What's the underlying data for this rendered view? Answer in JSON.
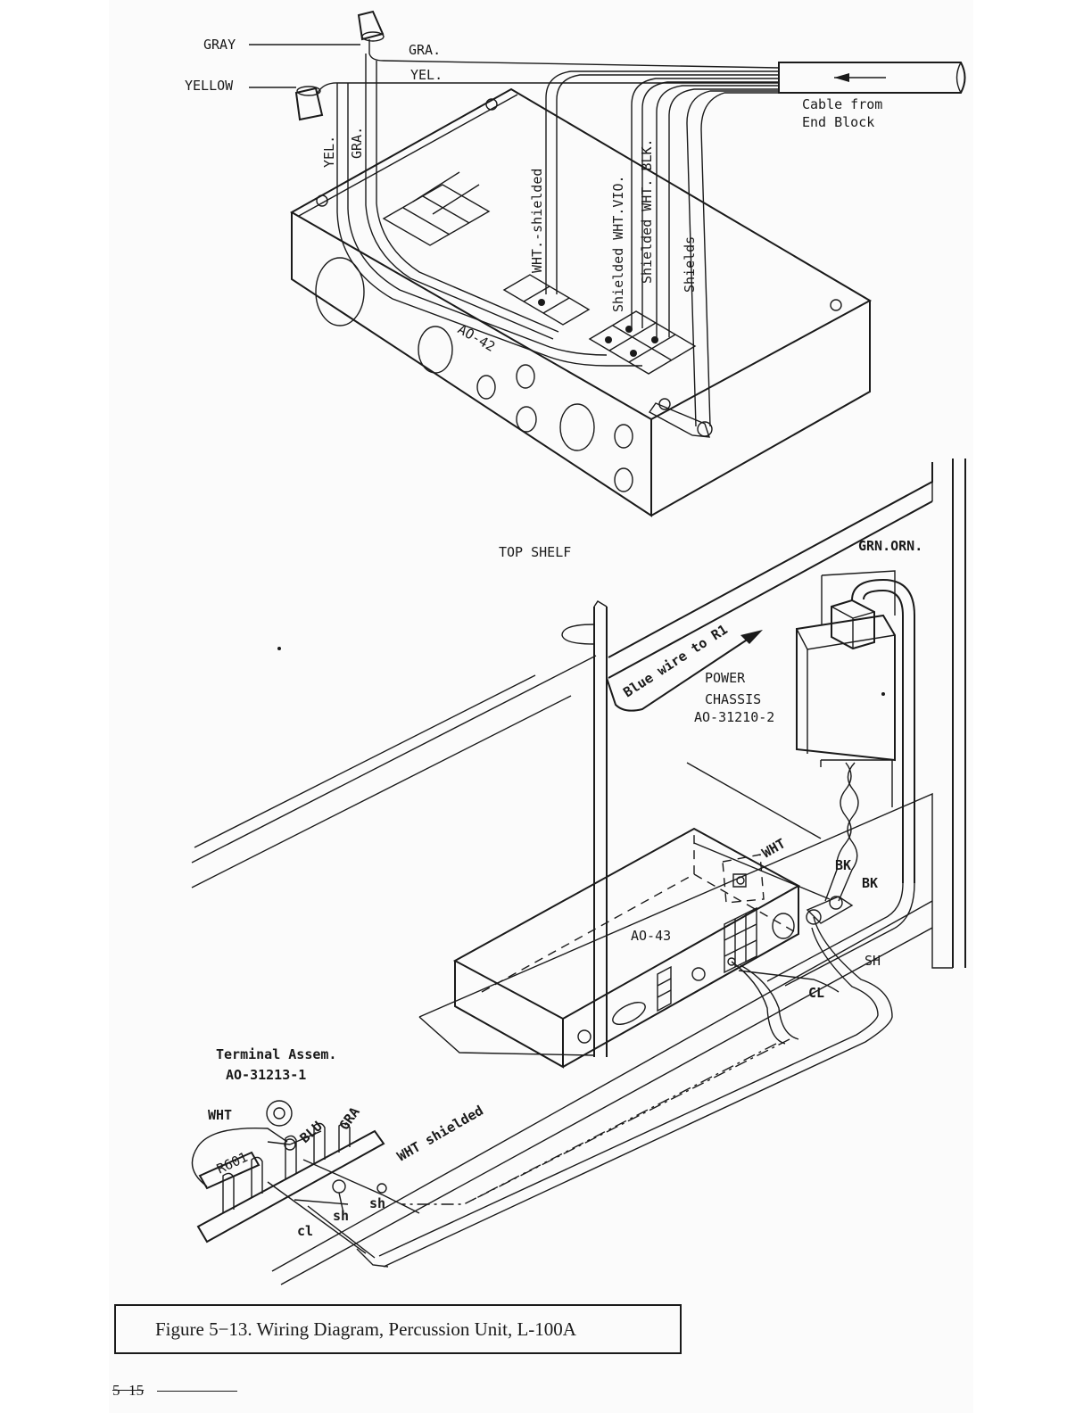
{
  "caption": "Figure 5−13. Wiring Diagram, Percussion Unit, L-100A",
  "page_number": "5−15",
  "top_unit": {
    "name": "AO-42",
    "leads": {
      "gray": "GRAY",
      "yellow": "YELLOW",
      "gra": "GRA.",
      "yel": "YEL."
    },
    "cable": {
      "line1": "Cable from",
      "line2": "End Block"
    },
    "wires": {
      "wht_shielded": "WHT.-shielded",
      "shielded_wht_vio": "Shielded WHT.VIO.",
      "shielded_wht_blk": "Shielded WHT. BLK.",
      "shields": "Shields",
      "yel_v": "YEL.",
      "gra_v": "GRA."
    }
  },
  "shelf_label": "TOP SHELF",
  "power_chassis": {
    "line1": "POWER",
    "line2": "CHASSIS",
    "line3": "AO-31210-2",
    "wire_label": "GRN.ORN."
  },
  "blue_wire_label": "Blue wire to R1",
  "bottom_unit": {
    "name": "AO-43",
    "wires": {
      "wht": "WHT",
      "bk1": "BK",
      "bk2": "BK",
      "sh": "SH",
      "cl": "CL"
    }
  },
  "terminal_assembly": {
    "line1": "Terminal Assem.",
    "line2": "AO-31213-1",
    "labels": {
      "wht": "WHT",
      "blu": "BLU",
      "gra": "GRA",
      "resistor": "R601",
      "wht_shielded": "WHT shielded",
      "sh1": "sh",
      "sh2": "sh",
      "cl": "cl"
    }
  }
}
